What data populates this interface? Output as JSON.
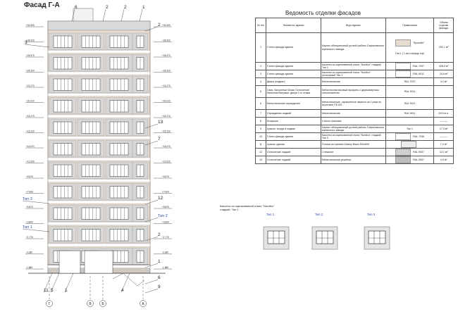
{
  "title": "Фасад Г-А",
  "schedule": {
    "title": "Ведомость отделки фасадов",
    "headers": [
      "№ п/п",
      "Элементы здания",
      "Вид отделки",
      "Примечание",
      "Объем отделки фасада"
    ],
    "rows": [
      {
        "n": "1",
        "element": "Стены фасада здания",
        "finish": "Кирпич облицовочный ручной работы Сафоновского кирпичного завода.",
        "note": "\"Просейл\"",
        "note2": "Тип 1 ( 1-ая очередь стр)",
        "volume": "292,1 м²",
        "swatch": "#e8dccf"
      },
      {
        "n": "2",
        "element": "Стены фасада здания",
        "finish": "Кассеты из оцинкованной стали \"Nordtox\" гладкий, Тип 1",
        "note": "RAL 7037",
        "note2": "",
        "volume": "428,9 м²",
        "swatch": "#ffffff"
      },
      {
        "n": "3",
        "element": "Стены фасада здания",
        "finish": "Кассеты из оцинкованной стали \"Nordtox\" рельефный Тип 2",
        "note": "RAL 9011",
        "note2": "",
        "volume": "24,6 м²",
        "swatch": "#ffffff"
      },
      {
        "n": "4",
        "element": "Двери (подвал)",
        "finish": "Металлические",
        "note": "RAL 7037",
        "note2": "",
        "volume": "4,2 м²",
        "swatch": ""
      },
      {
        "n": "5",
        "element": "Окна, балконные блоки Остекление балконов Витражи, двери 1-го этажа",
        "finish": "Металлопластиковый профиль с двухкамерным стеклопакетом",
        "note": "RAL 9011",
        "note2": "",
        "volume": "",
        "swatch": ""
      },
      {
        "n": "6",
        "element": "Металлические ограждения",
        "finish": "Металлические, окрашенные эмалью за 2 раза по грунтовке ГФ-021",
        "note": "RAL 9011",
        "note2": "",
        "volume": "",
        "swatch": ""
      },
      {
        "n": "7",
        "element": "Ограждения лоджий",
        "finish": "Металлические",
        "note": "RAL 9011",
        "note2": "",
        "volume": "29,5 м.п.",
        "swatch": ""
      },
      {
        "n": "8",
        "element": "Козырьки",
        "finish": "Стекло триплекс",
        "note": "",
        "note2": "",
        "volume": "———",
        "swatch": ""
      },
      {
        "n": "9",
        "element": "Цоколь, входы в подвал",
        "finish": "Кирпич облицовочный ручной работы Сафоновского кирпичного завода.",
        "note": "Тип 1",
        "note2": "",
        "volume": "17,0 м²",
        "swatch": ""
      },
      {
        "n": "10",
        "element": "Стены фасада здания",
        "finish": "Кассеты из оцинкованной стали \"Nordtox\" гладкий Тип 3",
        "note": "RAL 7038",
        "note2": "",
        "volume": "———",
        "swatch": "#ffffff"
      },
      {
        "n": "11",
        "element": "Цоколь здания",
        "finish": "Плитка из гранита Galaxy Black 300х600",
        "note": "",
        "note2": "",
        "volume": "7,0 м²",
        "swatch": "#ececec"
      },
      {
        "n": "12",
        "element": "Остекление лоджий",
        "finish": "Стемалит",
        "note": "RAL 9007",
        "note2": "",
        "volume": "12,1 м²",
        "swatch": "#d0d0d0"
      },
      {
        "n": "13",
        "element": "Остекление лоджий",
        "finish": "Металлическая решётка",
        "note": "RAL 9007",
        "note2": "",
        "volume": "4,9 м²",
        "swatch": "#bdbdbd"
      }
    ]
  },
  "kassety_note": "Кассеты из оцинкованной стали \"Nordtox\" гладкий. Тип 1",
  "types": [
    "Тип 1",
    "Тип 2",
    "Тип 3"
  ],
  "facade": {
    "left_tags": [
      "3",
      "Тип 3",
      "Тип 1"
    ],
    "right_tags": [
      "2",
      "13",
      "7",
      "12",
      "Тип 2",
      "2",
      "1",
      "6",
      "9"
    ],
    "top_tags": [
      "6",
      "2",
      "2",
      "1"
    ],
    "bottom_tags": [
      "11",
      "5",
      "1",
      "4"
    ],
    "axes": [
      "Г",
      "В",
      "Б",
      "А"
    ],
    "elevations": [
      "+31,500",
      "+28,420",
      "+26,370",
      "+24,320",
      "+22,270",
      "+20,220",
      "+18,170",
      "+16,120",
      "+14,070",
      "+12,020",
      "+9,970",
      "+7,920",
      "+5,870",
      "+3,820",
      "+1,770",
      "-0,280",
      "-1,880"
    ]
  }
}
